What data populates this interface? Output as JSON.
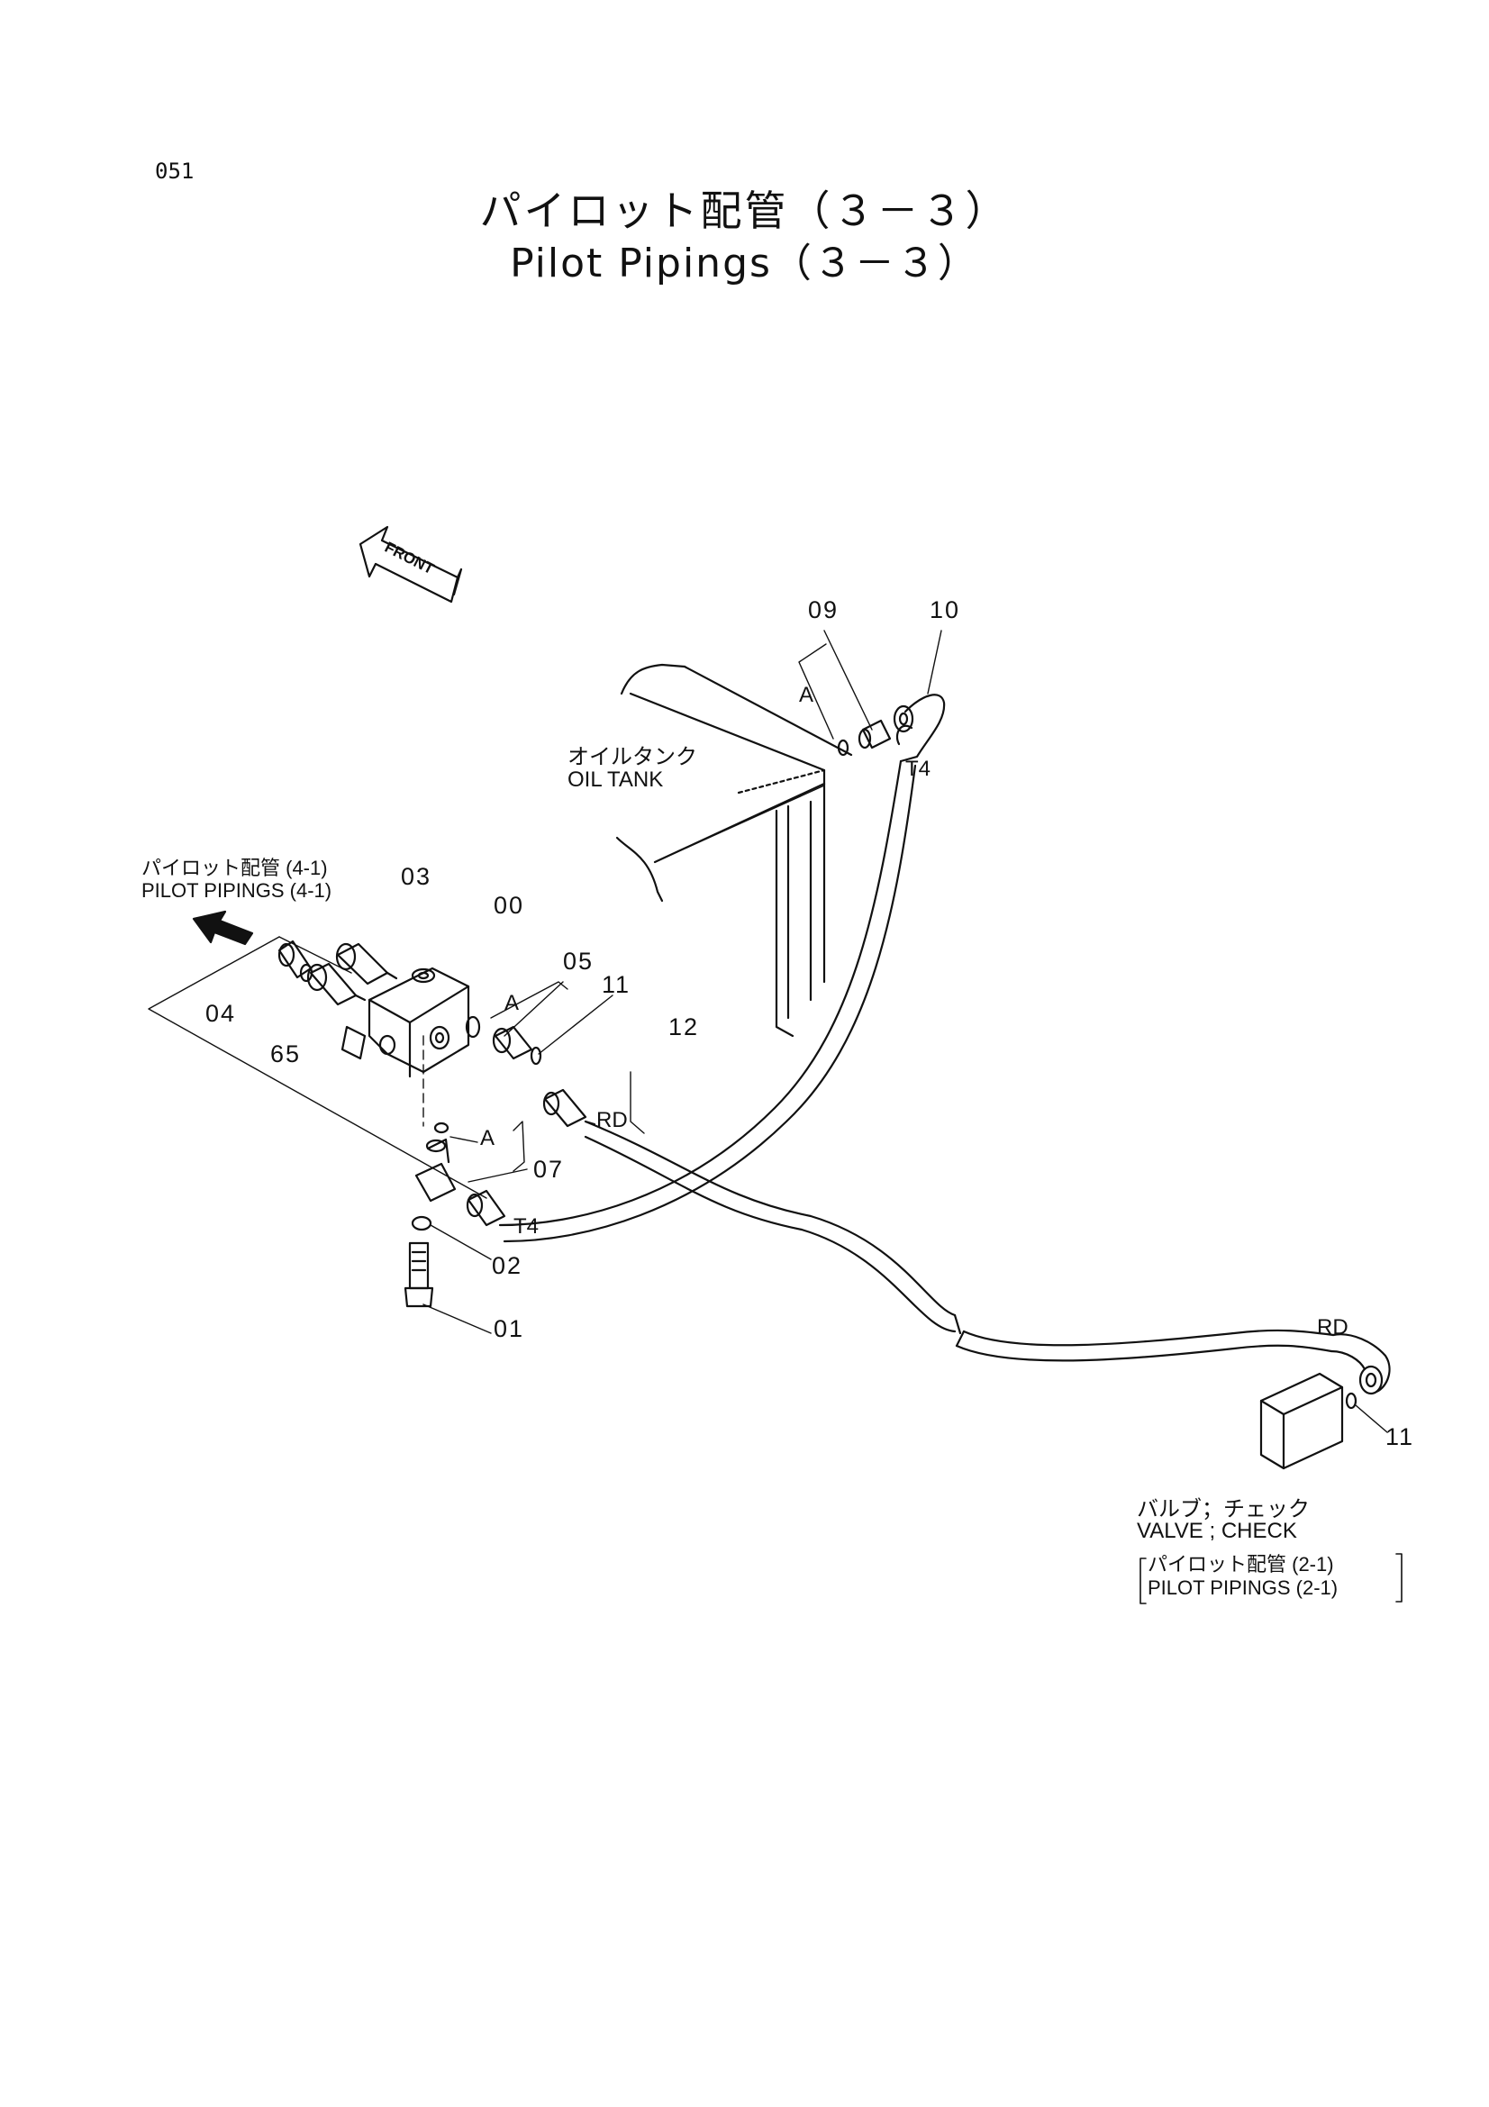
{
  "header": {
    "page_number": "051",
    "title_jp": "パイロット配管（３－３）",
    "title_en": "Pilot Pipings（３－３）"
  },
  "markers": {
    "front": "FRONT",
    "a": "A",
    "rd": "RD",
    "t4": "T4"
  },
  "references": {
    "oil_tank_jp": "オイルタンク",
    "oil_tank_en": "OIL  TANK",
    "pilot_41_jp": "パイロット配管 (4-1)",
    "pilot_41_en": "PILOT  PIPINGS (4-1)",
    "valve_check_jp": "バルブ；チェック",
    "valve_check_en": "VALVE ; CHECK",
    "pilot_21_jp": "パイロット配管 (2-1)",
    "pilot_21_en": "PILOT  PIPINGS (2-1)"
  },
  "part_numbers": {
    "p00": "00",
    "p01": "01",
    "p02": "02",
    "p03": "03",
    "p04": "04",
    "p05": "05",
    "p07": "07",
    "p09": "09",
    "p10": "10",
    "p11": "11",
    "p12": "12",
    "p65": "65"
  }
}
